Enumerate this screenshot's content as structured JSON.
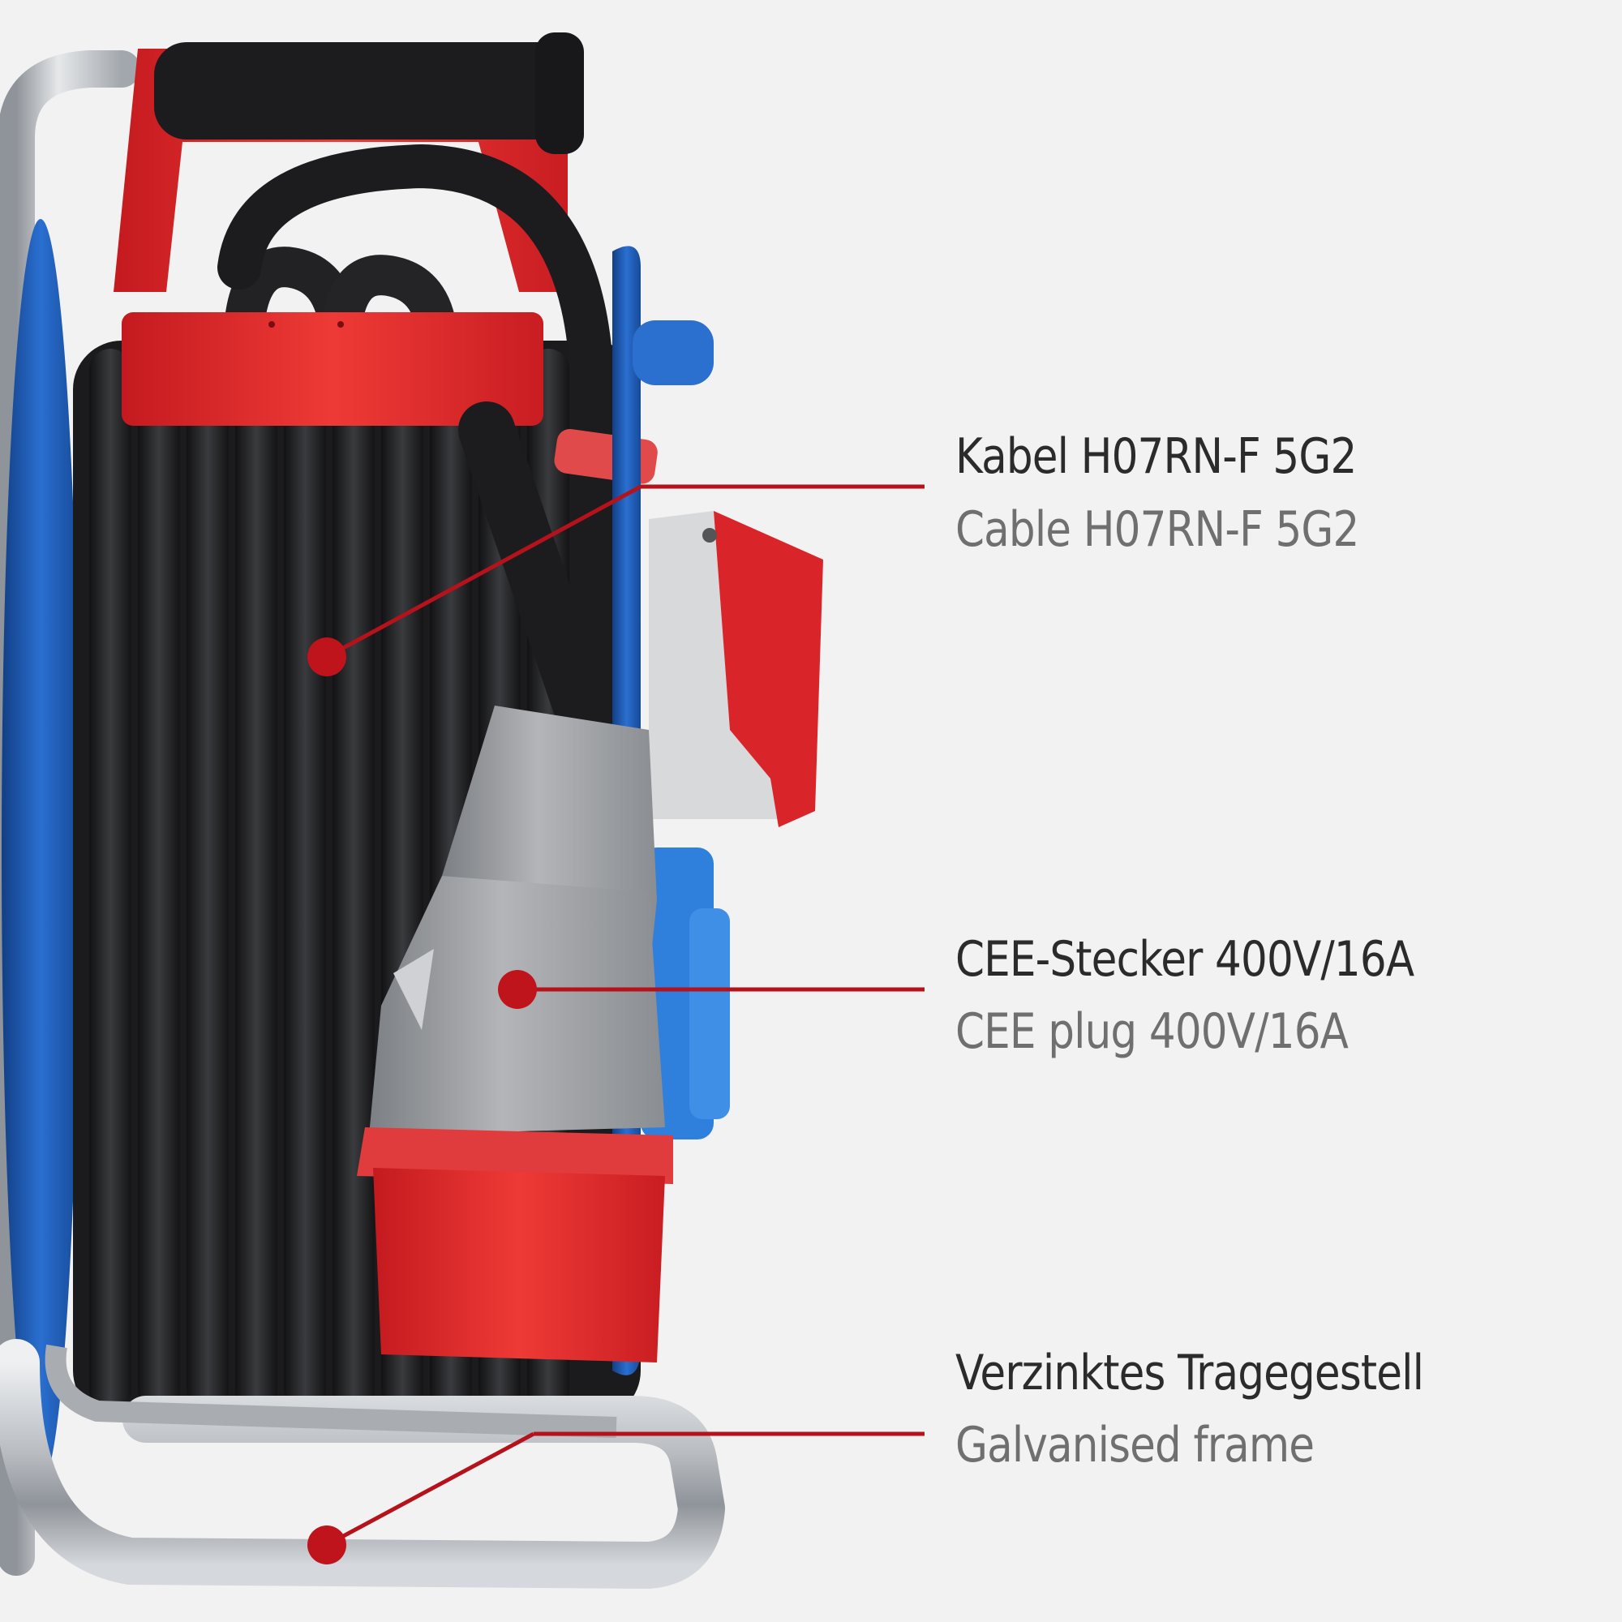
{
  "callouts": [
    {
      "id": "cable",
      "label_de": "Kabel H07RN-F 5G2",
      "label_en": "Cable H07RN-F 5G2"
    },
    {
      "id": "plug",
      "label_de": "CEE-Stecker 400V/16A",
      "label_en": "CEE plug 400V/16A"
    },
    {
      "id": "frame",
      "label_de": "Verzinktes Tragegestell",
      "label_en": "Galvanised frame"
    }
  ],
  "colors": {
    "background": "#f2f2f2",
    "accent_line": "#b5121b",
    "accent_dot": "#c0141c",
    "reel_blue": "#1f5fb8",
    "handle_red": "#e0262b",
    "cable_black": "#1e1e20",
    "plug_grey": "#9a9a9a",
    "frame_steel": "#c9ccd0"
  },
  "icons": [
    "cable-reel-photo",
    "callout-dot",
    "callout-line"
  ]
}
